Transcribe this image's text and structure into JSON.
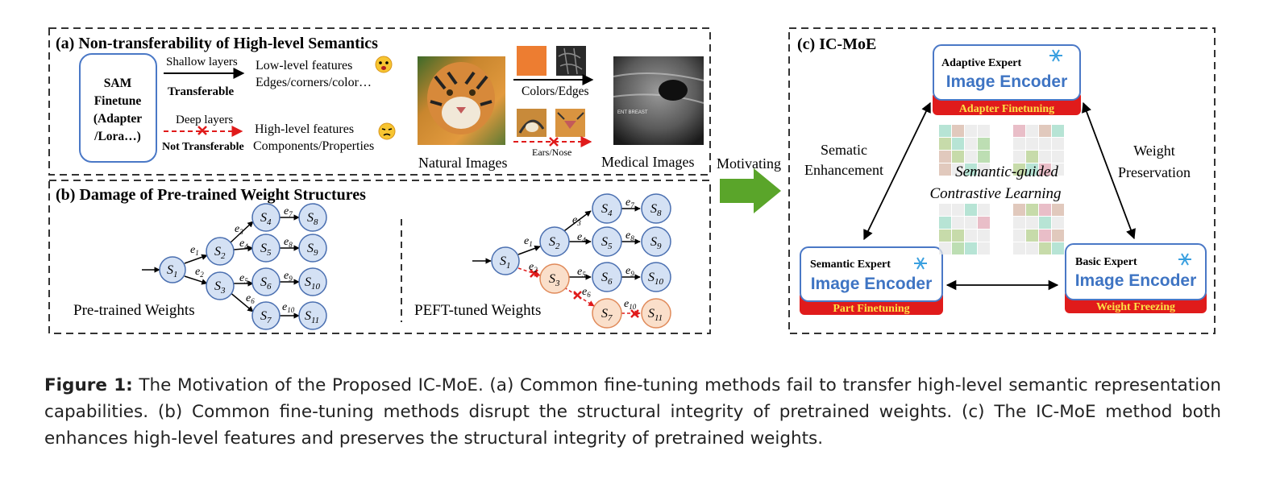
{
  "panel_a": {
    "title": "(a) Non-transferability of High-level Semantics",
    "sam_box": [
      "SAM",
      "Finetune",
      "(Adapter",
      "/Lora…)"
    ],
    "shallow": {
      "label": "Shallow layers",
      "status": "Transferable",
      "feat1": "Low-level features",
      "feat2": "Edges/corners/color…"
    },
    "deep": {
      "label": "Deep layers",
      "status": "Not Transferable",
      "feat1": "High-level features",
      "feat2": "Components/Properties"
    },
    "natural_label": "Natural Images",
    "colors_edges": "Colors/Edges",
    "ears_nose": "Ears/Nose",
    "medical_label": "Medical Images",
    "ultrasound_text": "ENT BREAST"
  },
  "panel_b": {
    "title": "(b) Damage of Pre-trained Weight Structures",
    "pre_label": "Pre-trained Weights",
    "peft_label": "PEFT-tuned Weights",
    "nodes": [
      "1",
      "2",
      "3",
      "4",
      "5",
      "6",
      "7",
      "8",
      "9",
      "10",
      "11"
    ],
    "edges": [
      "1",
      "2",
      "3",
      "4",
      "5",
      "6",
      "7",
      "8",
      "9",
      "10"
    ]
  },
  "motivating": "Motivating",
  "panel_c": {
    "title": "(c) IC-MoE",
    "adaptive": {
      "name": "Adaptive Expert",
      "encoder": "Image Encoder",
      "mode": "Adapter Finetuning"
    },
    "semantic": {
      "name": "Semantic Expert",
      "encoder": "Image Encoder",
      "mode": "Part Finetuning"
    },
    "basic": {
      "name": "Basic Expert",
      "encoder": "Image Encoder",
      "mode": "Weight Freezing"
    },
    "left_label": [
      "Sematic",
      "Enhancement"
    ],
    "right_label": [
      "Weight",
      "Preservation"
    ],
    "center_label": [
      "Semantic-guided",
      "Contrastive Learning"
    ]
  },
  "caption": {
    "label": "Figure 1:",
    "text": " The Motivation of the Proposed IC-MoE. (a) Common fine-tuning methods fail to transfer high-level semantic representation capabilities. (b) Common fine-tuning methods disrupt the structural integrity of pretrained weights. (c) The IC-MoE method both enhances high-level features and preserves the structural integrity of pretrained weights."
  },
  "colors": {
    "node_blue": "#d4e1f4",
    "node_orange": "#fadfca",
    "accent_red": "#e01b1b",
    "expert_blue": "#3e74c3",
    "arrow_green": "#5aa52a"
  }
}
